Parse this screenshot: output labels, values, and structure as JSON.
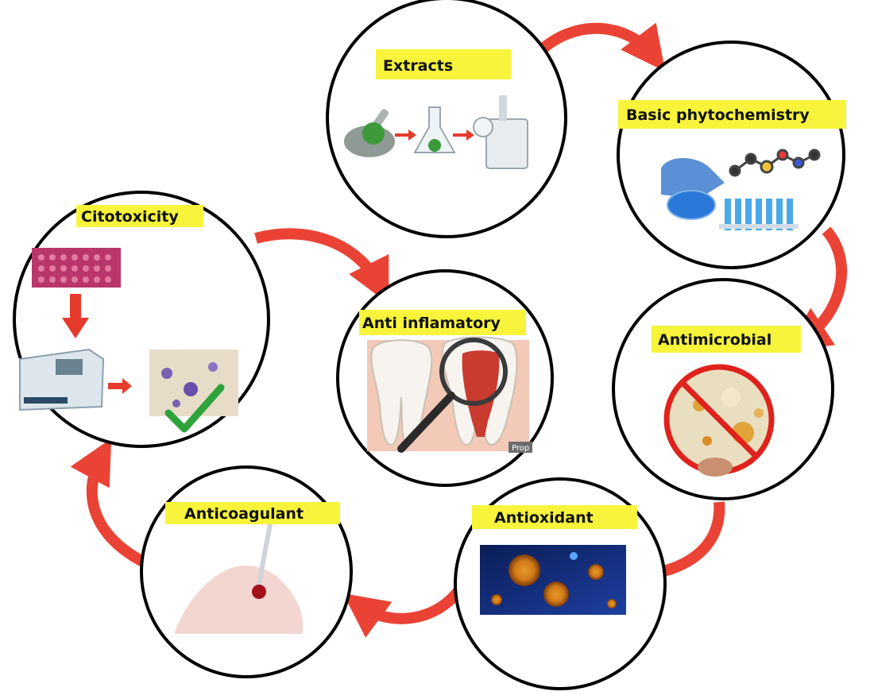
{
  "stages": {
    "extracts": "Extracts",
    "phytochem": "Basic phytochemistry",
    "antimicrobial": "Antimicrobial",
    "antioxidant": "Antioxidant",
    "anticoagulant": "Anticoagulant",
    "citotoxicity": "Citotoxicity",
    "antiinflam": "Anti inflamatory"
  },
  "watermark": "Prop",
  "colors": {
    "label_bg": "#f7f43b",
    "arrow": "#ea4335",
    "circle_stroke": "#000000"
  }
}
